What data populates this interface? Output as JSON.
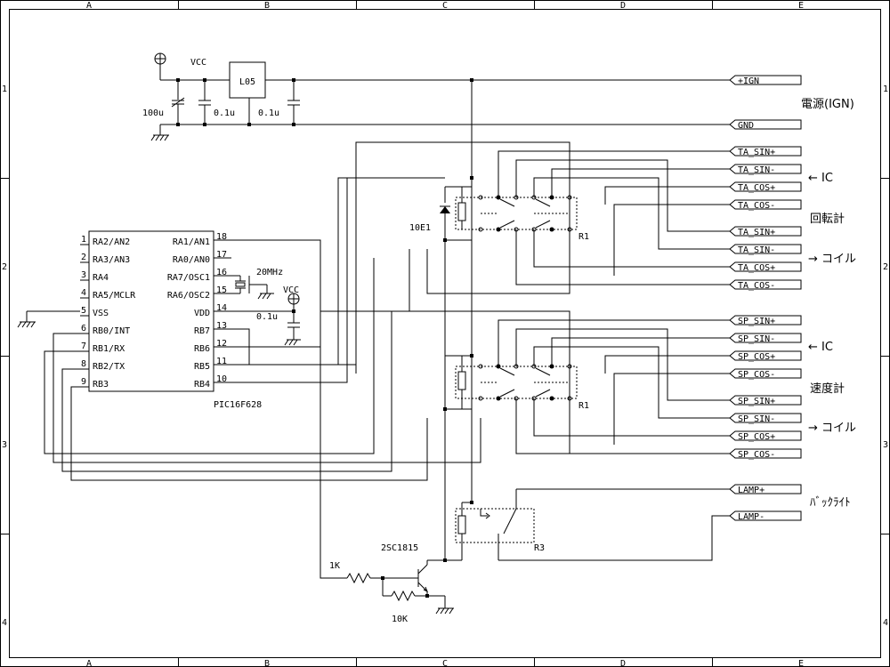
{
  "frame": {
    "cols": [
      "A",
      "B",
      "C",
      "D",
      "E"
    ],
    "rows": [
      "1",
      "2",
      "3",
      "4"
    ]
  },
  "power": {
    "vcc": "VCC",
    "regulator": "L05",
    "cap_bulk": "100u",
    "cap1": "0.1u",
    "cap2": "0.1u",
    "section_label": "電源(IGN)"
  },
  "mcu": {
    "part": "PIC16F628",
    "left_pins": [
      {
        "num": "1",
        "name": "RA2/AN2"
      },
      {
        "num": "2",
        "name": "RA3/AN3"
      },
      {
        "num": "3",
        "name": "RA4"
      },
      {
        "num": "4",
        "name": "RA5/MCLR"
      },
      {
        "num": "5",
        "name": "VSS"
      },
      {
        "num": "6",
        "name": "RB0/INT"
      },
      {
        "num": "7",
        "name": "RB1/RX"
      },
      {
        "num": "8",
        "name": "RB2/TX"
      },
      {
        "num": "9",
        "name": "RB3"
      }
    ],
    "right_pins": [
      {
        "num": "18",
        "name": "RA1/AN1"
      },
      {
        "num": "17",
        "name": "RA0/AN0"
      },
      {
        "num": "16",
        "name": "RA7/OSC1"
      },
      {
        "num": "15",
        "name": "RA6/OSC2"
      },
      {
        "num": "14",
        "name": "VDD"
      },
      {
        "num": "13",
        "name": "RB7"
      },
      {
        "num": "12",
        "name": "RB6"
      },
      {
        "num": "11",
        "name": "RB5"
      },
      {
        "num": "10",
        "name": "RB4"
      }
    ],
    "crystal": "20MHz",
    "vdd_label": "VCC",
    "vdd_cap": "0.1u"
  },
  "components": {
    "diode": "10E1",
    "relay_ta": "R1",
    "relay_sp": "R1",
    "relay_lamp": "R3",
    "transistor": "2SC1815",
    "r_base": "1K",
    "r_pull": "10K"
  },
  "connectors": [
    {
      "label": "+IGN"
    },
    {
      "label": "GND"
    },
    {
      "label": "TA_SIN+"
    },
    {
      "label": "TA_SIN-"
    },
    {
      "label": "TA_COS+"
    },
    {
      "label": "TA_COS-"
    },
    {
      "label": "TA_SIN+"
    },
    {
      "label": "TA_SIN-"
    },
    {
      "label": "TA_COS+"
    },
    {
      "label": "TA_COS-"
    },
    {
      "label": "SP_SIN+"
    },
    {
      "label": "SP_SIN-"
    },
    {
      "label": "SP_COS+"
    },
    {
      "label": "SP_COS-"
    },
    {
      "label": "SP_SIN+"
    },
    {
      "label": "SP_SIN-"
    },
    {
      "label": "SP_COS+"
    },
    {
      "label": "SP_COS-"
    },
    {
      "label": "LAMP+"
    },
    {
      "label": "LAMP-"
    }
  ],
  "annotations": {
    "ta_ic": "← IC",
    "ta_name": "回転計",
    "ta_coil": "→ コイル",
    "sp_ic": "← IC",
    "sp_name": "速度計",
    "sp_coil": "→ コイル",
    "backlight": "ﾊﾞｯｸﾗｲﾄ"
  }
}
